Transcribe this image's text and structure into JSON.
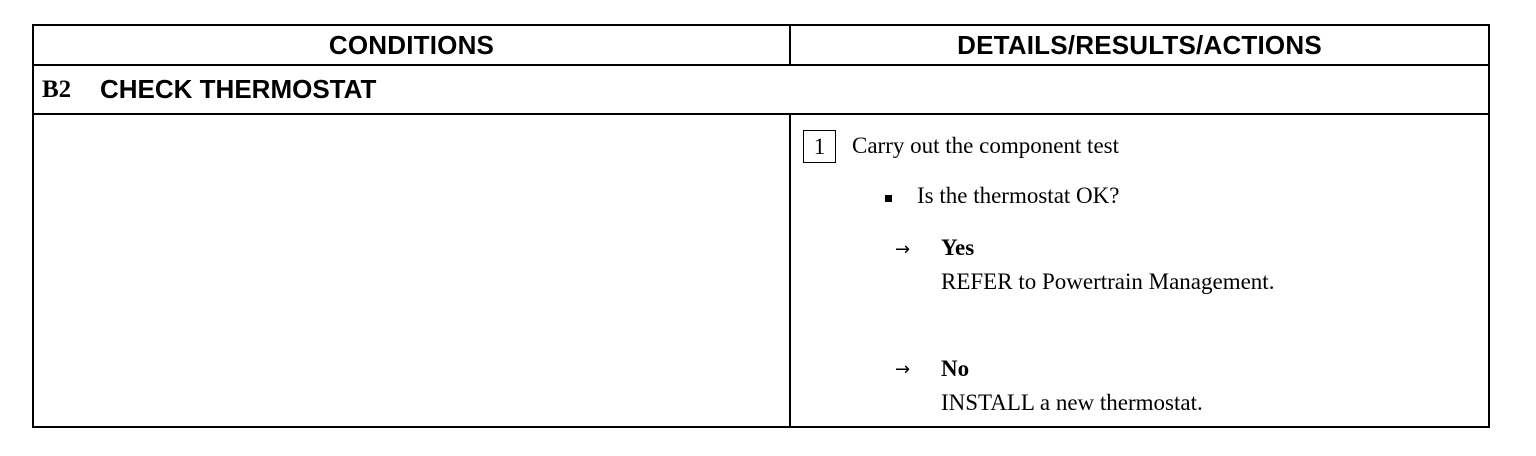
{
  "table": {
    "headers": {
      "conditions": "CONDITIONS",
      "details": "DETAILS/RESULTS/ACTIONS"
    },
    "section": {
      "id": "B2",
      "title": "CHECK THERMOSTAT"
    },
    "step": {
      "number": "1",
      "instruction": "Carry out the component test",
      "question": "Is the thermostat OK?",
      "answers": [
        {
          "label": "Yes",
          "action": "REFER to Powertrain Management."
        },
        {
          "label": "No",
          "action": "INSTALL a new thermostat."
        }
      ]
    },
    "icons": {
      "bullet": "square-bullet-icon",
      "arrow": "right-arrow-icon"
    }
  }
}
